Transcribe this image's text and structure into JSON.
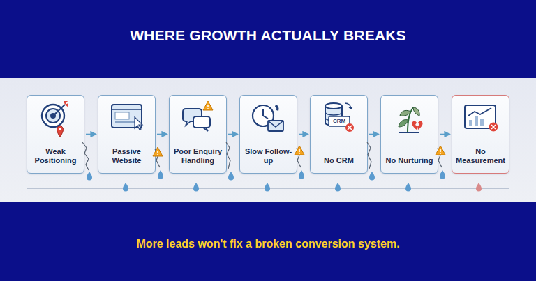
{
  "diagram": {
    "title": "WHERE GROWTH ACTUALLY BREAKS",
    "caption": "More leads won't fix a broken conversion system.",
    "nodes": [
      {
        "text": [
          "Weak Positioning"
        ]
      },
      {
        "text": [
          "Passive Website"
        ]
      },
      {
        "text": [
          "Poor Enquiry Handling"
        ]
      },
      {
        "text": [
          "Slow Follow-up"
        ]
      },
      {
        "text": [
          "No CRM"
        ]
      },
      {
        "text": [
          "No Nurturing"
        ]
      },
      {
        "text": [
          "No Measurement"
        ]
      }
    ],
    "edges": [
      {
        "from": 0,
        "to": 1,
        "arrow": "to"
      },
      {
        "from": 1,
        "to": 2,
        "arrow": "to"
      },
      {
        "from": 2,
        "to": 3,
        "arrow": "to"
      },
      {
        "from": 3,
        "to": 4,
        "arrow": "to"
      },
      {
        "from": 4,
        "to": 5,
        "arrow": "to"
      },
      {
        "from": 5,
        "to": 6,
        "arrow": "to"
      }
    ],
    "labels": [
      "CRM"
    ]
  }
}
